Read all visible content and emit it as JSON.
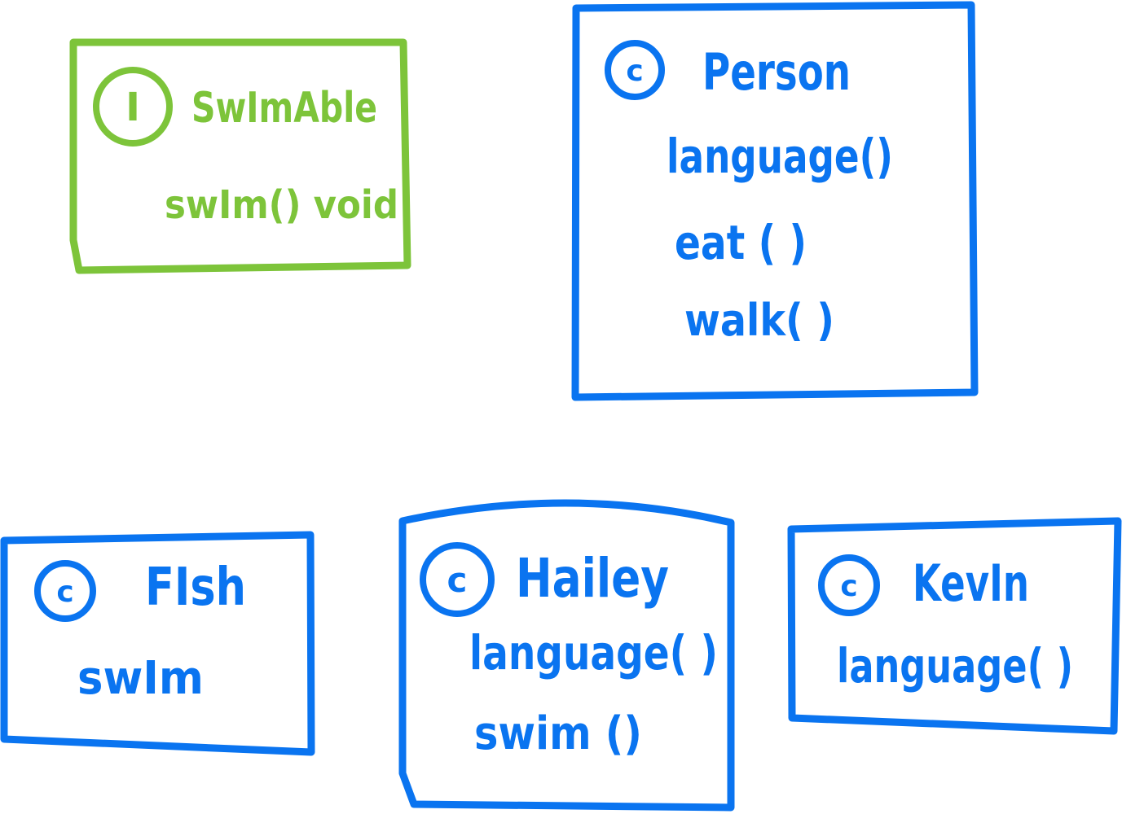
{
  "colors": {
    "interface": "#7dc43a",
    "class": "#0a74f0"
  },
  "nodes": {
    "swimable": {
      "kind_badge": "I",
      "title": "SwImAble",
      "members": [
        "swIm() void"
      ]
    },
    "person": {
      "kind_badge": "c",
      "title": "Person",
      "members": [
        "language()",
        "eat ( )",
        "walk( )"
      ]
    },
    "fish": {
      "kind_badge": "c",
      "title": "FIsh",
      "members": [
        "swIm"
      ]
    },
    "hailey": {
      "kind_badge": "c",
      "title": "Hailey",
      "members": [
        "language( )",
        "swim ()"
      ]
    },
    "kevin": {
      "kind_badge": "c",
      "title": "KevIn",
      "members": [
        "language( )"
      ]
    }
  }
}
